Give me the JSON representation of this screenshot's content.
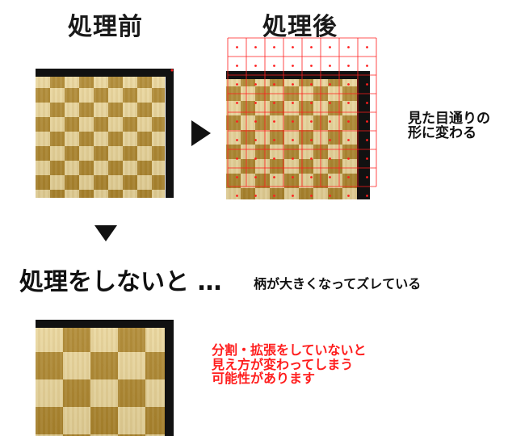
{
  "headings": {
    "before": "処理前",
    "after": "処理後"
  },
  "side_note": {
    "lines": [
      "見た目通りの",
      "形に変わる"
    ]
  },
  "middle": {
    "main": "処理をしないと …",
    "sub": "柄が大きくなってズレている"
  },
  "warning": {
    "lines": [
      "分割・拡張をしていないと",
      "見え方が変わってしまう",
      "可能性があります"
    ]
  },
  "colors": {
    "accent_red": "#ff1d1d",
    "gold": "#aa8228",
    "cream": "#e9d59a",
    "black": "#111111"
  },
  "icons": {
    "right_arrow": "right-triangle-arrow",
    "down_arrow": "down-triangle-arrow"
  }
}
